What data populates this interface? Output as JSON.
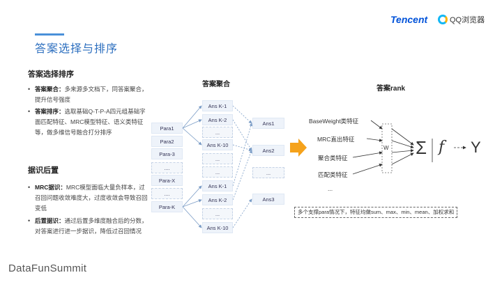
{
  "header": {
    "title": "答案选择与排序",
    "brand_tencent": "Tencent",
    "brand_qq": "QQ浏览器"
  },
  "left": {
    "section1_title": "答案选择排序",
    "bullets1": [
      {
        "head": "答案聚合：",
        "text": "多来源多文档下，同答案聚合，提升信号强度"
      },
      {
        "head": "答案排序：",
        "text": "选取基础Q-T-P-A四元组基础字面匹配特征、MRC模型特征、语义类特征等，做多维信号融合打分排序"
      }
    ],
    "section2_title": "据识后置",
    "bullets2": [
      {
        "head": "MRC据识：",
        "text": "MRC模型面临大量负样本，过召回问题收敛难度大，过度收敛会导致召回变低"
      },
      {
        "head": "后置据识：",
        "text": "通过后置多维度融合后的分数，对答案进行进一步据识，降低过召回情况"
      }
    ]
  },
  "diagram": {
    "agg_title": "答案聚合",
    "rank_title": "答案rank",
    "paras": [
      "Para1",
      "Para2",
      "Para-3",
      "....",
      "Para-X",
      "....",
      "Para-K"
    ],
    "ans_col": [
      "Ans K-1",
      "Ans K-2",
      "...",
      "Ans K-10",
      "...",
      "...",
      "Ans K-1",
      "Ans K-2",
      "...",
      "Ans K-10"
    ],
    "ans_agg": [
      "Ans1",
      "Ans2",
      "...",
      "Ans3"
    ],
    "features": [
      "BaseWeight类特征",
      "MRC直出特征",
      "聚合类特征",
      "匹配类特征",
      "..."
    ],
    "weight_label": "W",
    "sum_symbol": "Σ",
    "f_symbol": "f",
    "y_symbol": "Y",
    "summary": "多个支撑para情况下，特征均做sum、max、min、mean、加权求和"
  },
  "footer": "DataFunSummit"
}
